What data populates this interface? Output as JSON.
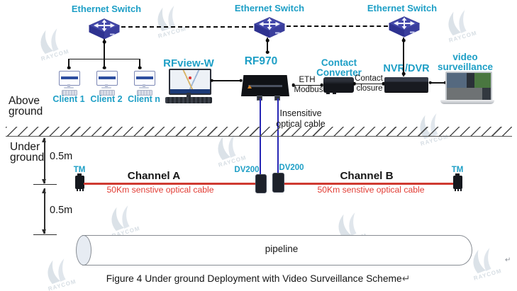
{
  "diagram": {
    "switches": [
      {
        "label": "Ethernet Switch"
      },
      {
        "label": "Ethernet Switch"
      },
      {
        "label": "Ethernet Switch"
      }
    ],
    "clients": [
      {
        "label": "Client 1"
      },
      {
        "label": "Client 2"
      },
      {
        "label": "Client n"
      }
    ],
    "rfview": {
      "label": "RFview-W"
    },
    "rf970": {
      "label": "RF970"
    },
    "contact_converter": {
      "label_line1": "Contact",
      "label_line2": "Converter"
    },
    "nvr": {
      "label": "NVR/DVR"
    },
    "video_surveillance": {
      "label_line1": "video",
      "label_line2": "surveillance"
    },
    "links": {
      "eth_modbus_top": "ETH",
      "eth_modbus_bottom": "Modbus",
      "contact_closure_top": "Contact",
      "contact_closure_bottom": "closure"
    },
    "zones": {
      "above_ground_line1": "Above",
      "above_ground_line2": "ground",
      "under_ground_line1": "Under",
      "under_ground_line2": "ground"
    },
    "measurements": {
      "depth1": "0.5m",
      "depth2": "0.5m"
    },
    "underground": {
      "tm_left": "TM",
      "tm_right": "TM",
      "dv200_left": "DV200",
      "dv200_right": "DV200",
      "channel_a": "Channel A",
      "channel_b": "Channel B",
      "cable_a": "50Km senstive optical cable",
      "cable_b": "50Km senstive optical cable",
      "insensitive_line1": "Insensitive",
      "insensitive_line2": "optical cable"
    },
    "pipeline": {
      "label": "pipeline"
    },
    "caption": "Figure 4 Under ground Deployment with Video Surveillance Scheme",
    "return_mark": "↵",
    "watermark": "RAYCOM",
    "colors": {
      "teal_label": "#1e9fc6",
      "red_cable": "#cf3a31",
      "red_text": "#e23c34",
      "blue_cable": "#2727b5",
      "switch_indigo": "#4348aa",
      "device_black": "#14161b"
    }
  }
}
